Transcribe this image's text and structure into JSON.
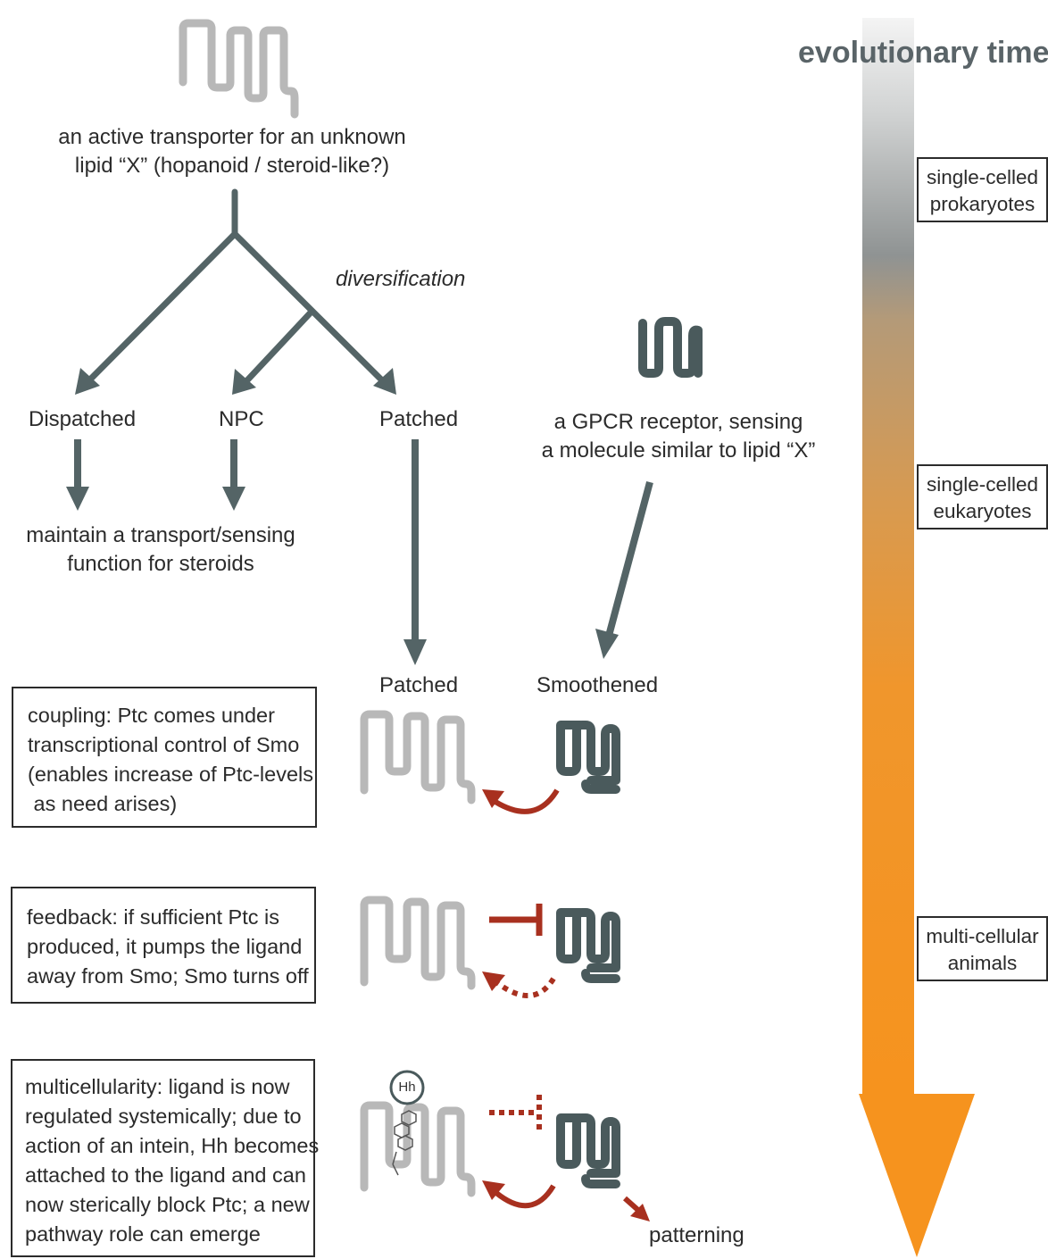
{
  "colors": {
    "transporter_gray": "#b5b5b5",
    "receptor_dark": "#4a5a5c",
    "arrow_slate": "#546466",
    "inhibit_red": "#a8301f",
    "timeline_top": "#f2f2f2",
    "timeline_mid": "#8c9090",
    "timeline_orange": "#f59320"
  },
  "title": "evolutionary time",
  "origin": {
    "line1": "an active transporter for an unknown",
    "line2": "lipid “X” (hopanoid / steroid-like?)"
  },
  "diversification": "diversification",
  "branches": {
    "dispatched": "Dispatched",
    "npc": "NPC",
    "patched": "Patched"
  },
  "maintain": {
    "line1": "maintain a transport/sensing",
    "line2": "function for steroids"
  },
  "gpcr": {
    "line1": "a GPCR receptor, sensing",
    "line2": "a molecule similar to lipid “X”"
  },
  "patched_label": "Patched",
  "smoothened_label": "Smoothened",
  "stages": [
    {
      "lines": [
        "coupling: Ptc comes under",
        "transcriptional control of Smo",
        "(enables increase of Ptc-levels",
        " as need arises)"
      ]
    },
    {
      "lines": [
        "feedback: if sufficient Ptc is",
        "produced, it pumps the ligand",
        "away from Smo; Smo turns off"
      ]
    },
    {
      "lines": [
        "multicellularity: ligand is now",
        "regulated systemically; due to",
        "action of an intein, Hh becomes",
        "attached to the ligand and can",
        "now sterically block Ptc; a new",
        "pathway role can emerge"
      ]
    }
  ],
  "hh_label": "Hh",
  "patterning": "patterning",
  "eras": [
    {
      "line1": "single-celled",
      "line2": "prokaryotes"
    },
    {
      "line1": "single-celled",
      "line2": "eukaryotes"
    },
    {
      "line1": "multi-cellular",
      "line2": "animals"
    }
  ]
}
